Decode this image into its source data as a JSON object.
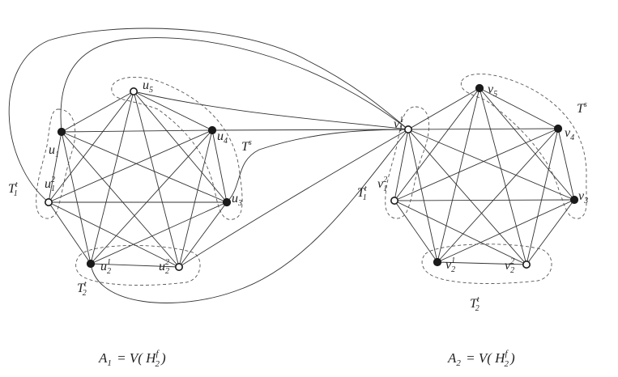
{
  "diagram": {
    "left_graph": {
      "caption": {
        "main": "A",
        "sub": "1",
        "middle": "= V( H",
        "hsub": "2",
        "hsup": "f",
        "close": ")"
      },
      "nodes": [
        {
          "id": "u5",
          "label": "u",
          "sub": "5",
          "sup": "",
          "filled": false
        },
        {
          "id": "u4",
          "label": "u",
          "sub": "4",
          "sup": "",
          "filled": true
        },
        {
          "id": "u3",
          "label": "u",
          "sub": "3",
          "sup": "",
          "filled": true
        },
        {
          "id": "u22",
          "label": "u",
          "sub": "2",
          "sup": "2",
          "filled": false
        },
        {
          "id": "u21",
          "label": "u",
          "sub": "2",
          "sup": "1",
          "filled": true
        },
        {
          "id": "u12",
          "label": "u",
          "sub": "1",
          "sup": "2",
          "filled": false
        },
        {
          "id": "u11",
          "label": "u",
          "sub": "1",
          "sup": "",
          "filled": true
        }
      ],
      "groups": [
        {
          "id": "Ts",
          "label": "T",
          "sub": "",
          "sup": "s"
        },
        {
          "id": "T1t",
          "label": "T",
          "sub": "1",
          "sup": "t"
        },
        {
          "id": "T2t",
          "label": "T",
          "sub": "2",
          "sup": "t"
        }
      ]
    },
    "right_graph": {
      "caption": {
        "main": "A",
        "sub": "2",
        "middle": "= V( H",
        "hsub": "2",
        "hsup": "f",
        "close": ")"
      },
      "nodes": [
        {
          "id": "v5",
          "label": "v",
          "sub": "5",
          "sup": "",
          "filled": true
        },
        {
          "id": "v4",
          "label": "v",
          "sub": "4",
          "sup": "",
          "filled": true
        },
        {
          "id": "v3",
          "label": "v",
          "sub": "3",
          "sup": "",
          "filled": true
        },
        {
          "id": "v22",
          "label": "v",
          "sub": "2",
          "sup": "2",
          "filled": false
        },
        {
          "id": "v21",
          "label": "v",
          "sub": "2",
          "sup": "1",
          "filled": true
        },
        {
          "id": "v12",
          "label": "v",
          "sub": "1",
          "sup": "2",
          "filled": false
        },
        {
          "id": "v11",
          "label": "v",
          "sub": "1",
          "sup": "1",
          "filled": false
        }
      ],
      "groups": [
        {
          "id": "Ts",
          "label": "T",
          "sub": "",
          "sup": "s"
        },
        {
          "id": "T1t",
          "label": "T",
          "sub": "1",
          "sup": "t"
        },
        {
          "id": "T2t",
          "label": "T",
          "sub": "2",
          "sup": "t"
        }
      ]
    },
    "colors": {
      "stroke": "#333333",
      "node": "#1a1a1a"
    }
  }
}
